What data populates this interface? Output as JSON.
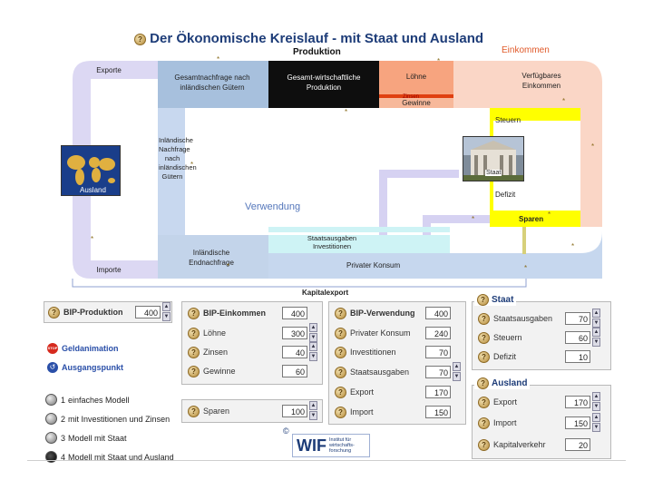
{
  "title": "Der Ökonomische Kreislauf - mit Staat und Ausland",
  "diagram": {
    "produktion": "Produktion",
    "einkommen": "Einkommen",
    "exporte": "Exporte",
    "importe": "Importe",
    "gesamtnachfrage": "Gesamtnachfrage nach inländischen Gütern",
    "gesamtwirtschaftliche_produktion": "Gesamt-wirtschaftliche Produktion",
    "loehne": "Löhne",
    "zinsen": "Zinsen",
    "gewinne": "Gewinne",
    "verfuegbares_einkommen": "Verfügbares Einkommen",
    "steuern": "Steuern",
    "staat": "Staat",
    "defizit": "Defizit",
    "sparen": "Sparen",
    "ausland": "Ausland",
    "inlaendische_nachfrage": "Inländische Nachfrage nach inländischen Gütern",
    "verwendung": "Verwendung",
    "staatsausgaben_investitionen": "Staatsausgaben Investitionen",
    "inlaendische_endnachfrage": "Inländische Endnachfrage",
    "privater_konsum": "Privater Konsum",
    "kapitalexport": "Kapitalexport"
  },
  "bip_produktion": {
    "label": "BIP-Produktion",
    "value": "400"
  },
  "controls": {
    "geldanimation": "Geldanimation",
    "ausgangspunkt": "Ausgangspunkt",
    "stop_icon_text": "STOP"
  },
  "models": [
    {
      "num": "1",
      "label": "einfaches Modell",
      "selected": false
    },
    {
      "num": "2",
      "label": "mit Investitionen und Zinsen",
      "selected": false
    },
    {
      "num": "3",
      "label": "Modell mit Staat",
      "selected": false
    },
    {
      "num": "4",
      "label": "Modell mit Staat und Ausland",
      "selected": true
    }
  ],
  "bip_einkommen": {
    "label": "BIP-Einkommen",
    "value": "400",
    "rows": [
      {
        "label": "Löhne",
        "value": "300"
      },
      {
        "label": "Zinsen",
        "value": "40"
      },
      {
        "label": "Gewinne",
        "value": "60"
      }
    ]
  },
  "sparen": {
    "label": "Sparen",
    "value": "100"
  },
  "bip_verwendung": {
    "label": "BIP-Verwendung",
    "value": "400",
    "rows": [
      {
        "label": "Privater Konsum",
        "value": "240"
      },
      {
        "label": "Investitionen",
        "value": "70"
      },
      {
        "label": "Staatsausgaben",
        "value": "70"
      },
      {
        "label": "Export",
        "value": "170"
      },
      {
        "label": "Import",
        "value": "150"
      }
    ]
  },
  "staat": {
    "label": "Staat",
    "rows": [
      {
        "label": "Staatsausgaben",
        "value": "70"
      },
      {
        "label": "Steuern",
        "value": "60"
      },
      {
        "label": "Defizit",
        "value": "10"
      }
    ]
  },
  "ausland": {
    "label": "Ausland",
    "rows": [
      {
        "label": "Export",
        "value": "170"
      },
      {
        "label": "Import",
        "value": "150"
      },
      {
        "label": "Kapitalverkehr",
        "value": "20"
      }
    ]
  },
  "logo": {
    "symbol": "©",
    "name": "WIF",
    "subtitle": "Institut für wirtschafts-forschung"
  },
  "colors": {
    "blue_band": "#c6d7ee",
    "purple_band": "#d6d2f2",
    "orange_band": "#f9d3c0",
    "steel_box": "#9fb9d8",
    "black_box": "#111111",
    "orange_box": "#f7a47f",
    "yellow": "#ffff00",
    "cyan_band": "#cef3f5",
    "title": "#1d3c78"
  }
}
